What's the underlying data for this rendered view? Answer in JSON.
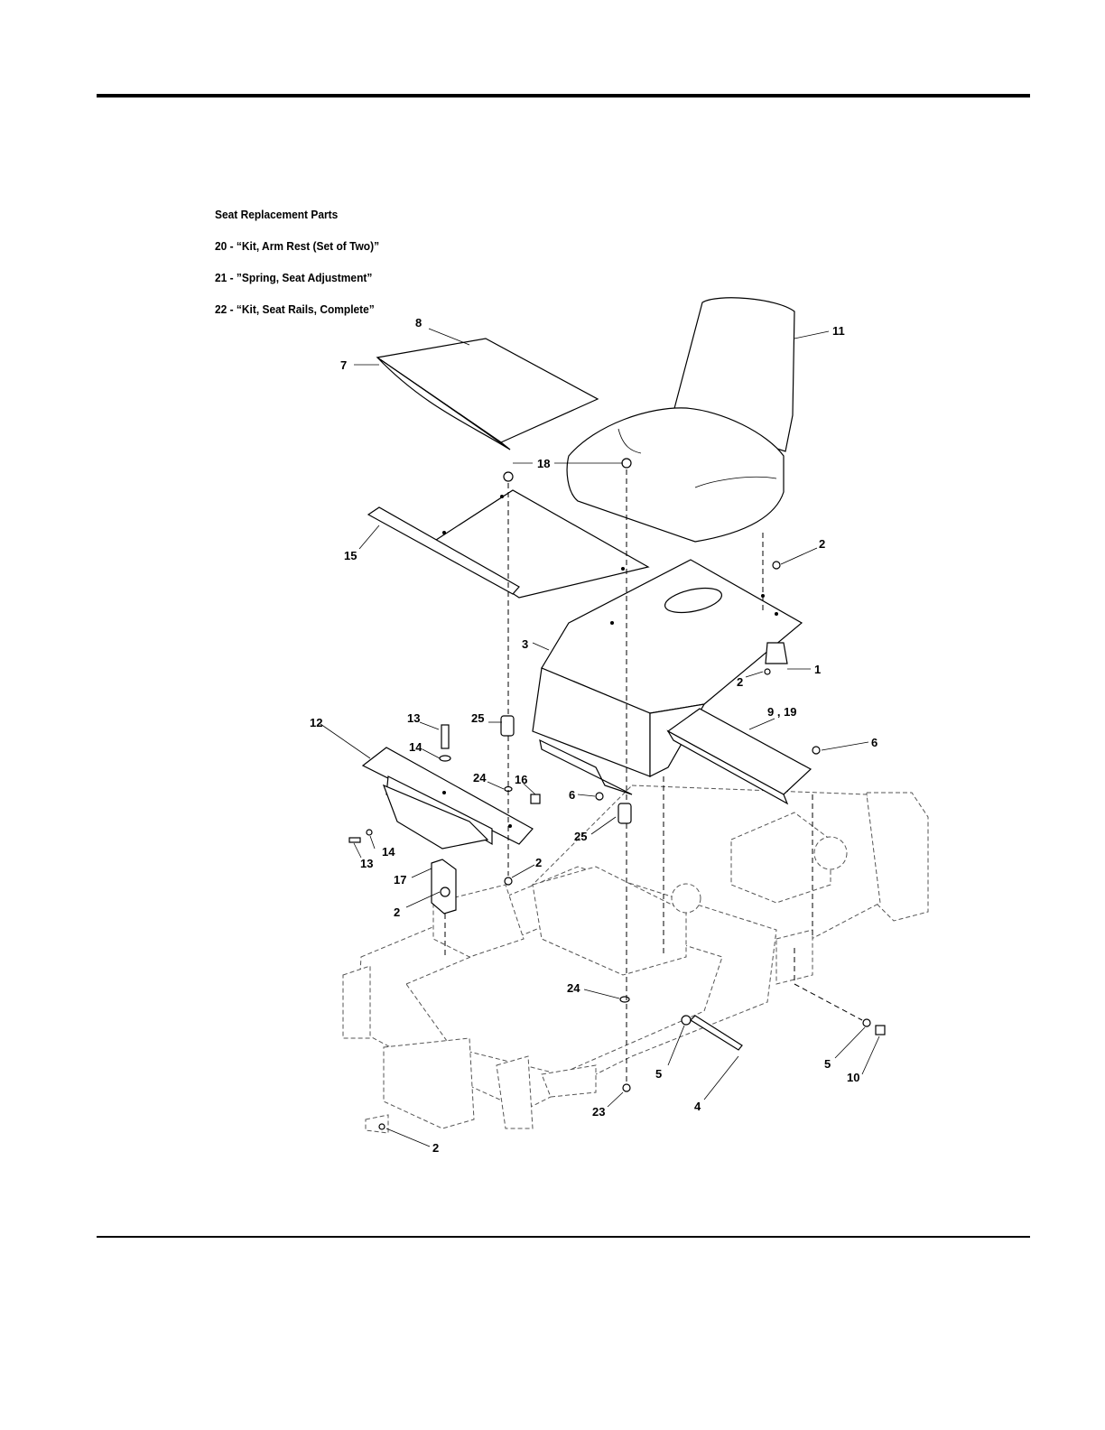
{
  "notes": {
    "heading": "Seat Replacement Parts",
    "items": [
      "20 - “Kit, Arm Rest (Set of Two)”",
      "21 - ”Spring, Seat Adjustment”",
      "22 - “Kit, Seat Rails, Complete”"
    ]
  },
  "callouts": {
    "c8": "8",
    "c7": "7",
    "c11": "11",
    "c18": "18",
    "c15": "15",
    "c2a": "2",
    "c3": "3",
    "c1": "1",
    "c2b": "2",
    "c12": "12",
    "c13a": "13",
    "c25a": "25",
    "c9_19": "9 , 19",
    "c6a": "6",
    "c14a": "14",
    "c24a": "24",
    "c16": "16",
    "c6b": "6",
    "c25b": "25",
    "c14b": "14",
    "c13b": "13",
    "c2c": "2",
    "c17": "17",
    "c2d": "2",
    "c24b": "24",
    "c5a": "5",
    "c5b": "5",
    "c10": "10",
    "c4": "4",
    "c23": "23",
    "c2e": "2"
  }
}
